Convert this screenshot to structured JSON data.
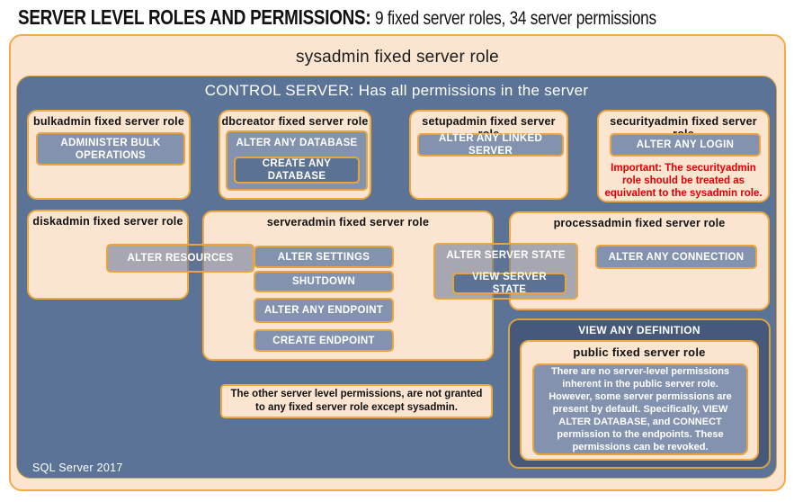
{
  "header": {
    "title_strong": "SERVER LEVEL ROLES AND PERMISSIONS:",
    "title_rest": " 9 fixed server roles, 34 server permissions"
  },
  "sysadmin": {
    "title": "sysadmin fixed server role"
  },
  "control_server": {
    "title": "CONTROL SERVER: Has all permissions in the server",
    "footer": "SQL Server 2017"
  },
  "bulkadmin": {
    "title": "bulkadmin fixed server role",
    "perm": "ADMINISTER BULK OPERATIONS"
  },
  "dbcreator": {
    "title": "dbcreator fixed server role",
    "perm_outer": "ALTER ANY DATABASE",
    "perm_inner": "CREATE ANY DATABASE"
  },
  "setupadmin": {
    "title": "setupadmin fixed server role",
    "perm": "ALTER ANY LINKED SERVER"
  },
  "securityadmin": {
    "title": "securityadmin fixed server role",
    "perm": "ALTER ANY LOGIN",
    "warning": "Important: The securityadmin role should be treated as equivalent to the sysadmin role."
  },
  "diskadmin": {
    "title": "diskadmin fixed server role",
    "perm": "ALTER RESOURCES"
  },
  "serveradmin": {
    "title": "serveradmin fixed server role",
    "perms": [
      "ALTER SETTINGS",
      "SHUTDOWN",
      "ALTER ANY ENDPOINT",
      "CREATE ENDPOINT"
    ],
    "perm_state_outer": "ALTER SERVER STATE",
    "perm_state_inner": "VIEW SERVER STATE"
  },
  "processadmin": {
    "title": "processadmin fixed server role",
    "perm": "ALTER ANY CONNECTION"
  },
  "note": {
    "text": "The other server level permissions, are not granted to any fixed server role except sysadmin."
  },
  "view_any_definition": {
    "title": "VIEW ANY DEFINITION"
  },
  "public_role": {
    "title": "public fixed server role",
    "description": "There are no server-level permissions inherent in the public server role. However, some server permissions are present by default. Specifically, VIEW ALTER DATABASE, and CONNECT permission to the endpoints. These permissions can be revoked."
  },
  "colors": {
    "peach": "#FBE5D1",
    "gold_border": "#EFA93C",
    "steel_blue": "#5B7396",
    "slate_button": "#8393AF",
    "navy": "#47597B",
    "warning_red": "#E00000"
  }
}
